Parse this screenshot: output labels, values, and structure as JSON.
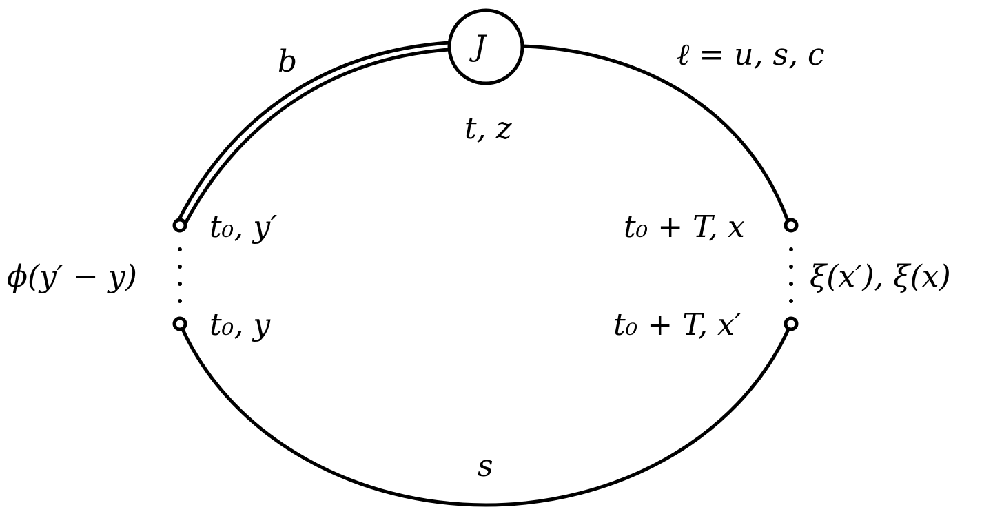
{
  "diagram": {
    "type": "feynman-like loop diagram",
    "vertex": {
      "label": "J",
      "position_label": "t, z"
    },
    "lines": {
      "upper_left_double": {
        "label": "b",
        "style": "double"
      },
      "upper_right": {
        "label": "ℓ = u, s, c",
        "style": "single"
      },
      "bottom": {
        "label": "s",
        "style": "single"
      }
    },
    "endpoints": {
      "left_top": "t₀, y′",
      "left_bottom": "t₀, y",
      "right_top": "t₀ + T, x",
      "right_bottom": "t₀ + T, x′"
    },
    "wavefunctions": {
      "left": "ϕ(y′ − y)",
      "right": "ξ(x′),  ξ(x)"
    },
    "colors": {
      "stroke": "#000000",
      "background": "#ffffff"
    }
  }
}
